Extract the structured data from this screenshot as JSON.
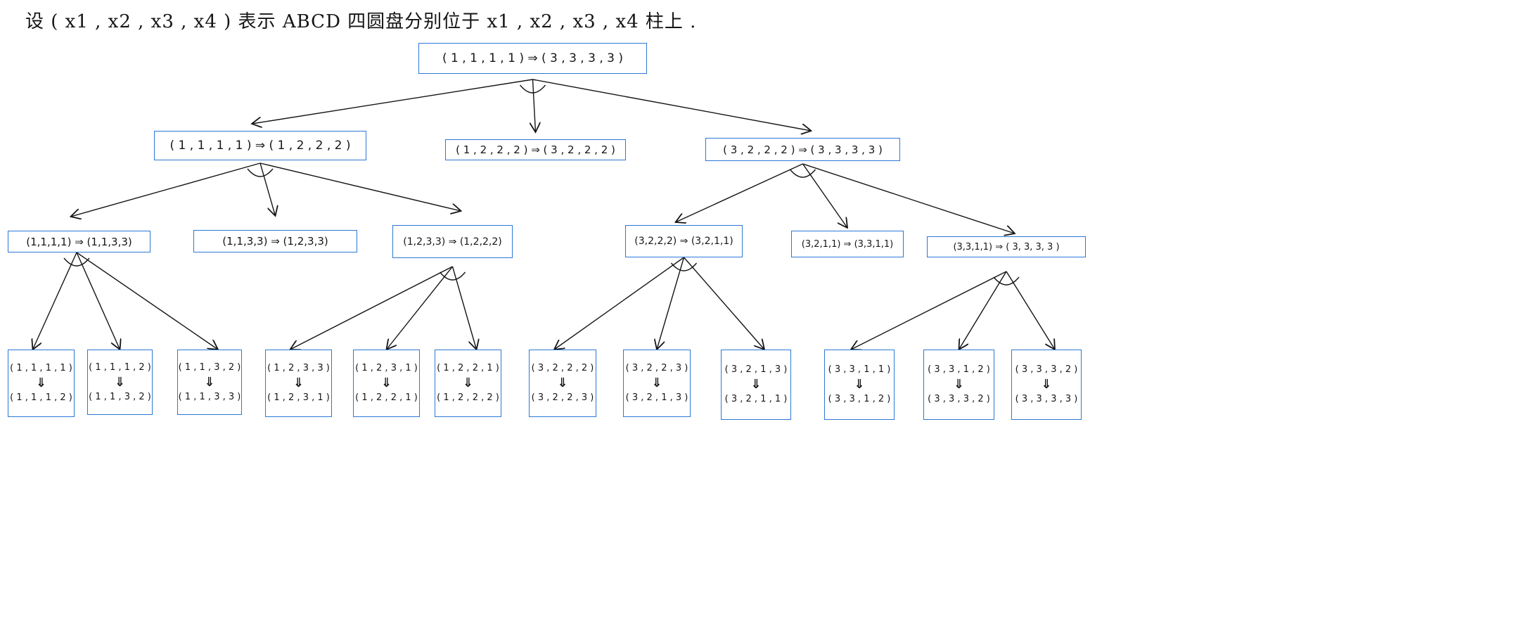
{
  "header": {
    "title": "设 ( x1 , x2 , x3 , x4 ) 表示 ABCD 四圆盘分别位于 x1 , x2 , x3 , x4 柱上 ."
  },
  "tree": {
    "root": {
      "label": "( 1 , 1 , 1 , 1 ) ⇒ ( 3 , 3 , 3 , 3 )"
    },
    "level1": [
      {
        "label": "( 1 , 1 , 1 , 1 ) ⇒ ( 1 , 2 , 2 , 2 )"
      },
      {
        "label": "( 1 , 2 , 2 , 2 ) ⇒ ( 3 , 2 , 2 , 2 )"
      },
      {
        "label": "( 3 , 2 , 2 , 2 ) ⇒ ( 3 , 3 , 3 , 3 )"
      }
    ],
    "level2": [
      {
        "label": "(1,1,1,1) ⇒ (1,1,3,3)"
      },
      {
        "label": "(1,1,3,3) ⇒ (1,2,3,3)"
      },
      {
        "label": "(1,2,3,3) ⇒ (1,2,2,2)"
      },
      {
        "label": "(3,2,2,2) ⇒ (3,2,1,1)"
      },
      {
        "label": "(3,2,1,1) ⇒ (3,3,1,1)"
      },
      {
        "label": "(3,3,1,1) ⇒ ( 3, 3, 3, 3 )"
      }
    ],
    "leaves": [
      {
        "from": "( 1 , 1 , 1 , 1 )",
        "arrow": "⇓",
        "to": "( 1 , 1 , 1 , 2 )"
      },
      {
        "from": "( 1 , 1 , 1 , 2 )",
        "arrow": "⇓",
        "to": "( 1 , 1 , 3 , 2 )"
      },
      {
        "from": "( 1 , 1 , 3 , 2 )",
        "arrow": "⇓",
        "to": "( 1 , 1 , 3 , 3 )"
      },
      {
        "from": "( 1 , 2 , 3 , 3 )",
        "arrow": "⇓",
        "to": "( 1 , 2 , 3 , 1 )"
      },
      {
        "from": "( 1 , 2 , 3 , 1 )",
        "arrow": "⇓",
        "to": "( 1 , 2 , 2 , 1 )"
      },
      {
        "from": "( 1 , 2 , 2 , 1 )",
        "arrow": "⇓",
        "to": "( 1 , 2 , 2 , 2 )"
      },
      {
        "from": "( 3 , 2 , 2 , 2 )",
        "arrow": "⇓",
        "to": "( 3 , 2 , 2 , 3 )"
      },
      {
        "from": "( 3 , 2 , 2 , 3 )",
        "arrow": "⇓",
        "to": "( 3 , 2 , 1 , 3 )"
      },
      {
        "from": "( 3 , 2 , 1 , 3 )",
        "arrow": "⇓",
        "to": "( 3 , 2 , 1 , 1 )"
      },
      {
        "from": "( 3 , 3 , 1 , 1 )",
        "arrow": "⇓",
        "to": "( 3 , 3 , 1 , 2 )"
      },
      {
        "from": "( 3 , 3 , 1 , 2 )",
        "arrow": "⇓",
        "to": "( 3 , 3 , 3 , 2 )"
      },
      {
        "from": "( 3 , 3 , 3 , 2 )",
        "arrow": "⇓",
        "to": "( 3 , 3 , 3 , 3 )"
      }
    ]
  },
  "colors": {
    "box_border": "#2b78d6",
    "line": "#151515",
    "text": "#161616",
    "background": "#ffffff"
  }
}
